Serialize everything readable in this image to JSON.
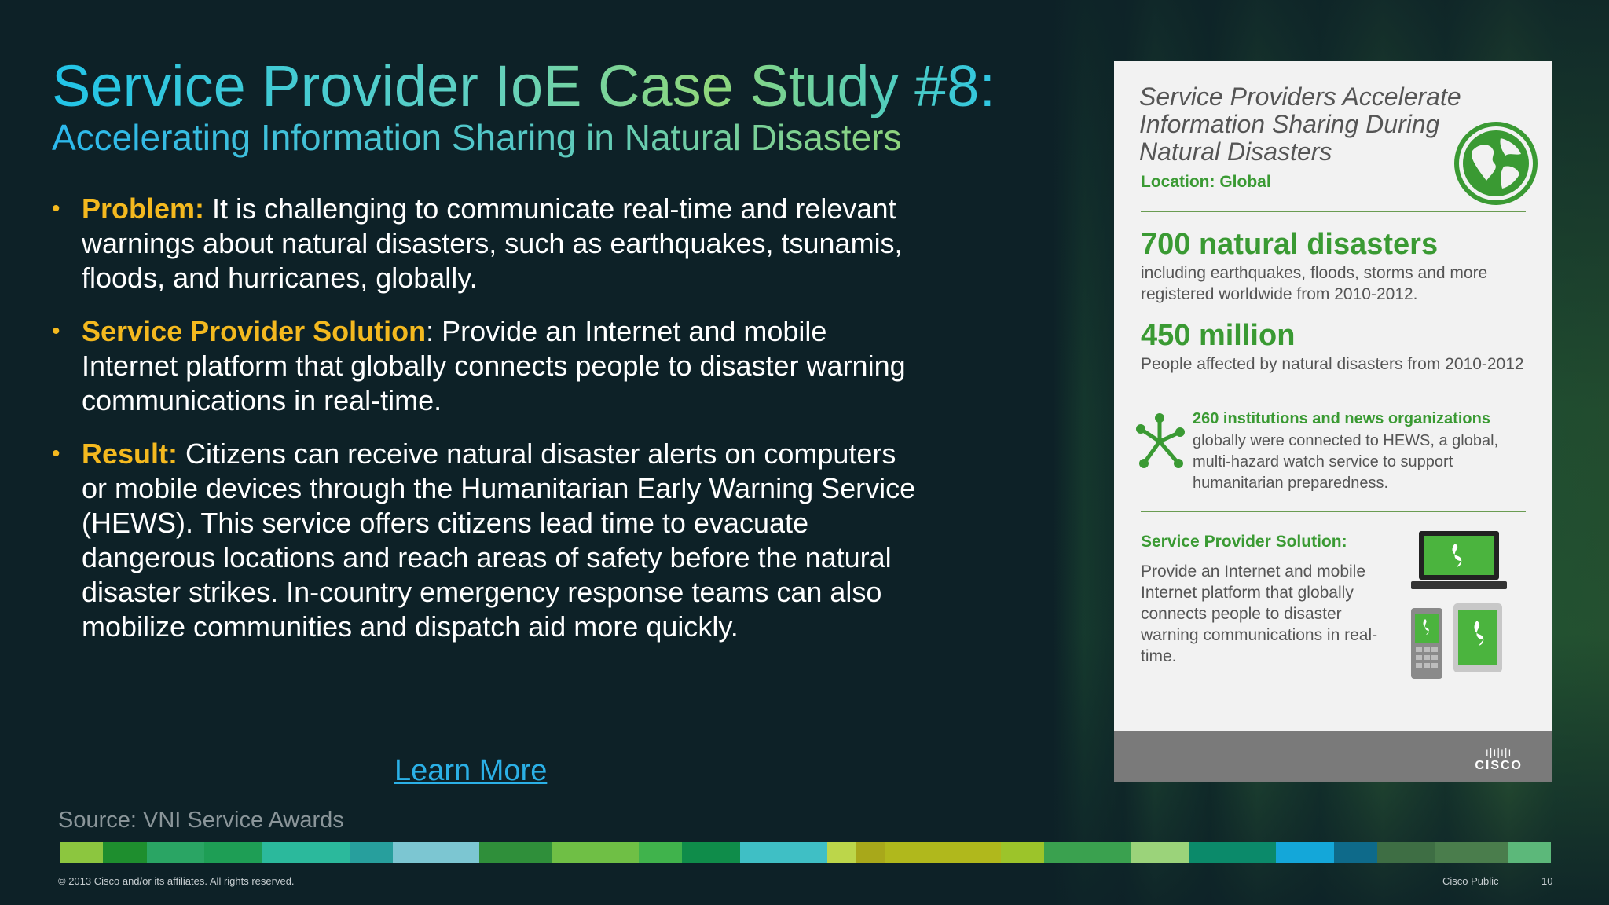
{
  "slide": {
    "title": "Service Provider IoE Case Study #8:",
    "subtitle": "Accelerating Information Sharing in Natural Disasters",
    "bullets": [
      {
        "lead": "Problem:",
        "text": "  It is challenging to communicate real-time and relevant warnings about natural disasters, such as earthquakes, tsunamis, floods, and hurricanes, globally."
      },
      {
        "lead": "Service Provider Solution",
        "text": ": Provide an Internet and mobile Internet platform that globally connects people to disaster warning communications in real-time."
      },
      {
        "lead": "Result:",
        "text": "  Citizens can receive natural disaster alerts on computers or mobile devices through the Humanitarian Early Warning Service (HEWS). This service offers citizens lead time to evacuate dangerous locations and reach areas of safety before the natural disaster strikes. In-country emergency response teams can also mobilize communities and dispatch aid more quickly."
      }
    ],
    "learn_more": "Learn More",
    "source": "Source: VNI Service Awards"
  },
  "infographic": {
    "title": "Service Providers Accelerate Information Sharing During Natural Disasters",
    "location": "Location: Global",
    "stat1": {
      "value": "700 natural disasters",
      "desc": "including earthquakes, floods, storms and more registered worldwide from 2010-2012."
    },
    "stat2": {
      "value": "450 million",
      "desc": "People affected by natural disasters from 2010-2012"
    },
    "institutions": {
      "title": "260 institutions and news organizations",
      "desc": "globally were connected to HEWS, a global, multi-hazard watch service to support humanitarian preparedness."
    },
    "solution": {
      "title": "Service Provider Solution:",
      "desc": "Provide an Internet and mobile Internet platform that globally connects people to disaster warning communications in real-time."
    },
    "logo_text": "CISCO",
    "icons": [
      "globe-icon",
      "network-hub-icon",
      "laptop-icon",
      "phone-icon",
      "tablet-icon",
      "cisco-logo"
    ]
  },
  "footer": {
    "copyright": "© 2013 Cisco and/or its affiliates. All rights reserved.",
    "classification": "Cisco Public",
    "page_number": "10"
  },
  "colors": {
    "accent_yellow": "#f4b91f",
    "title_cyan": "#21c4e8",
    "link_blue": "#2bb0e6",
    "card_green": "#3a9a33",
    "background": "#0d2127"
  },
  "color_bar": [
    "#8cc63f",
    "#1e8e2e",
    "#2aa564",
    "#1e9e55",
    "#2bb99c",
    "#279f9d",
    "#7cc6d2",
    "#2f8f3a",
    "#6fbf45",
    "#40b34c",
    "#0f8c4a",
    "#3fbfc5",
    "#bcd64a",
    "#a8a81a",
    "#b0b81c",
    "#9cc42a",
    "#3aa14f",
    "#9bd37a",
    "#0b8a6a",
    "#14a7d9",
    "#0e6a8a",
    "#3e6e44",
    "#4a7d4c",
    "#5cb87a"
  ]
}
